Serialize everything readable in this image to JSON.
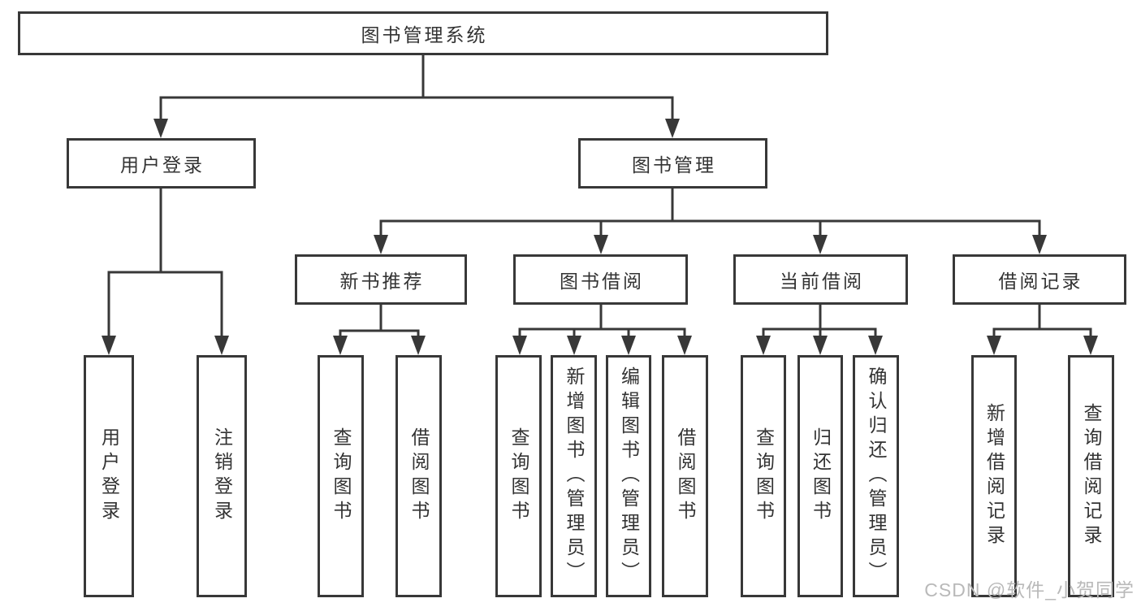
{
  "tree": {
    "label": "图书管理系统",
    "children": [
      {
        "label": "用户登录",
        "children": [
          {
            "label": "用户登录"
          },
          {
            "label": "注销登录"
          }
        ]
      },
      {
        "label": "图书管理",
        "children": [
          {
            "label": "新书推荐",
            "children": [
              {
                "label": "查询图书"
              },
              {
                "label": "借阅图书"
              }
            ]
          },
          {
            "label": "图书借阅",
            "children": [
              {
                "label": "查询图书"
              },
              {
                "label": "新增图书（管理员）"
              },
              {
                "label": "编辑图书（管理员）"
              },
              {
                "label": "借阅图书"
              }
            ]
          },
          {
            "label": "当前借阅",
            "children": [
              {
                "label": "查询图书"
              },
              {
                "label": "归还图书"
              },
              {
                "label": "确认归还（管理员）"
              }
            ]
          },
          {
            "label": "借阅记录",
            "children": [
              {
                "label": "新增借阅记录"
              },
              {
                "label": "查询借阅记录"
              }
            ]
          }
        ]
      }
    ]
  },
  "watermark": {
    "text": "CSDN @软件_小贺同学"
  },
  "colors": {
    "background": "#ffffff",
    "border": "#383838",
    "line": "#383838",
    "text": "#333333",
    "watermark": "#b9b9b9"
  }
}
